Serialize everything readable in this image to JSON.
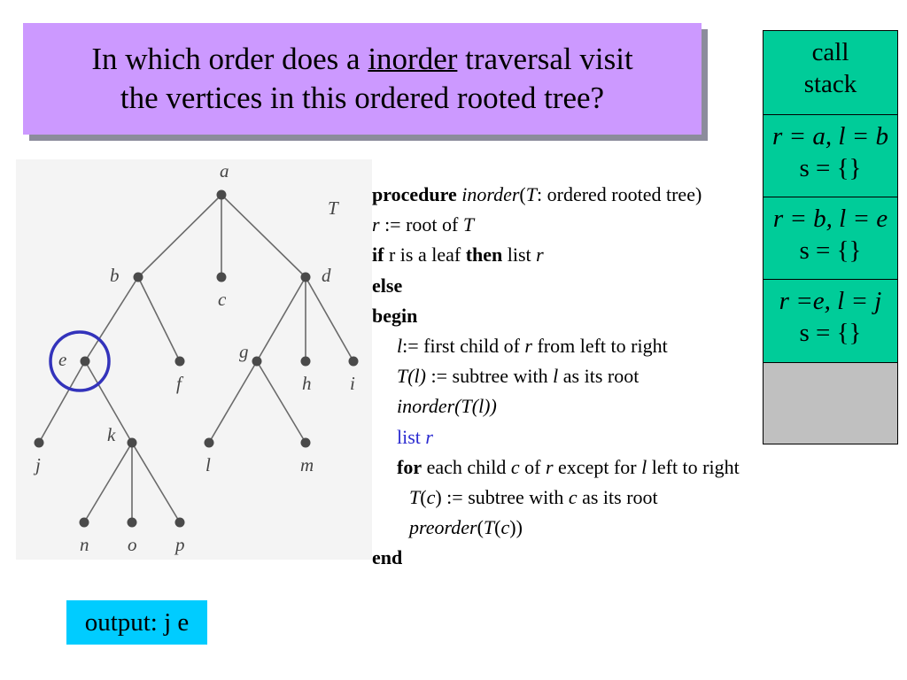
{
  "title": {
    "before": "In which order does a ",
    "keyword": "inorder",
    "after": " traversal visit",
    "line2": "the vertices in this ordered rooted tree?"
  },
  "tree": {
    "name": "T",
    "nodes": [
      {
        "id": "a",
        "label": "a"
      },
      {
        "id": "b",
        "label": "b"
      },
      {
        "id": "c",
        "label": "c"
      },
      {
        "id": "d",
        "label": "d"
      },
      {
        "id": "e",
        "label": "e"
      },
      {
        "id": "f",
        "label": "f"
      },
      {
        "id": "g",
        "label": "g"
      },
      {
        "id": "h",
        "label": "h"
      },
      {
        "id": "i",
        "label": "i"
      },
      {
        "id": "j",
        "label": "j"
      },
      {
        "id": "k",
        "label": "k"
      },
      {
        "id": "l",
        "label": "l"
      },
      {
        "id": "m",
        "label": "m"
      },
      {
        "id": "n",
        "label": "n"
      },
      {
        "id": "o",
        "label": "o"
      },
      {
        "id": "p",
        "label": "p"
      }
    ],
    "edges": [
      [
        "a",
        "b"
      ],
      [
        "a",
        "c"
      ],
      [
        "a",
        "d"
      ],
      [
        "b",
        "e"
      ],
      [
        "b",
        "f"
      ],
      [
        "d",
        "g"
      ],
      [
        "d",
        "h"
      ],
      [
        "d",
        "i"
      ],
      [
        "e",
        "j"
      ],
      [
        "e",
        "k"
      ],
      [
        "g",
        "l"
      ],
      [
        "g",
        "m"
      ],
      [
        "k",
        "n"
      ],
      [
        "k",
        "o"
      ],
      [
        "k",
        "p"
      ]
    ],
    "highlighted": "e",
    "highlight_color": "#3333bb"
  },
  "code": {
    "l1": {
      "kw": "procedure",
      "name": "inorder",
      "open": "(",
      "T": "T",
      "rest": ": ordered rooted tree)"
    },
    "l2": {
      "r": "r",
      "rest": " := root of ",
      "T": "T"
    },
    "l3": {
      "kw_if": "if",
      "mid": " r is a leaf ",
      "kw_then": "then",
      "list": " list ",
      "r": "r"
    },
    "l4": {
      "kw": "else"
    },
    "l5": {
      "kw": "begin"
    },
    "l6": {
      "l": "l",
      "a": ":= first child of ",
      "r": "r",
      "b": " from left to right"
    },
    "l7": {
      "Tl": "T(l)",
      "a": " := subtree with ",
      "l": "l",
      "b": " as its root"
    },
    "l8": {
      "text": "inorder(T(l))"
    },
    "l9": {
      "list": "list ",
      "r": "r"
    },
    "l10": {
      "kw": "for",
      "a": " each child ",
      "c": "c",
      "b": " of ",
      "r": "r",
      "d": " except for ",
      "l": "l",
      "e": " left to right"
    },
    "l11": {
      "T": "T",
      "p1": "(",
      "c": "c",
      "p2": ")",
      "a": " := subtree with ",
      "c2": "c",
      "b": " as its root"
    },
    "l12": {
      "name": "preorder",
      "p1": "(",
      "T": "T",
      "p2": "(",
      "c": "c",
      "p3": "))"
    },
    "l13": {
      "kw": "end"
    }
  },
  "call_stack": {
    "header_line1": "call",
    "header_line2": "stack",
    "frames": [
      {
        "frame": "r = a, l = b",
        "s": "s = {}"
      },
      {
        "frame": "r = b, l = e",
        "s": "s = {}"
      },
      {
        "frame": "r =e, l = j",
        "s": "s = {}"
      }
    ]
  },
  "output": {
    "text": "output: j e"
  },
  "colors": {
    "title_bg": "#cc99ff",
    "stack_frame_bg": "#00cc99",
    "stack_empty_bg": "#c0c0c0",
    "output_bg": "#00ccff",
    "highlight_line": "#2a2ad0"
  }
}
